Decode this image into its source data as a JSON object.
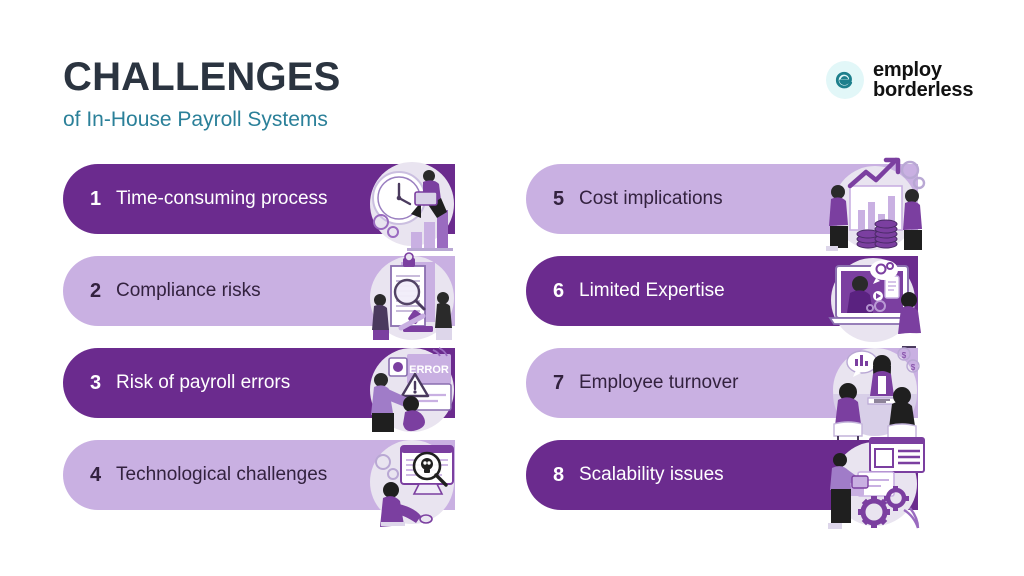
{
  "header": {
    "title": "CHALLENGES",
    "subtitle": "of In-House Payroll Systems",
    "title_color": "#2b3440",
    "subtitle_color": "#2b8099"
  },
  "logo": {
    "mark_icon": "employ-e-icon",
    "mark_color": "#1d7f8c",
    "mark_bg": "#e2f7f8",
    "line1": "employ",
    "line2": "borderless"
  },
  "theme": {
    "pill_dark": "#6b2b8e",
    "pill_light": "#c9b0e2",
    "text_on_dark": "#ffffff",
    "text_on_light": "#33223f",
    "illustration_circle": "#e9e4f0",
    "accent_purple": "#7b3fa0",
    "background": "#ffffff"
  },
  "columns": {
    "left": [
      {
        "number": "1",
        "label": "Time-consuming process",
        "style": "dark",
        "illustration": "clock-person-barchart-icon"
      },
      {
        "number": "2",
        "label": "Compliance risks",
        "style": "light",
        "illustration": "clipboard-magnifier-gavel-icon"
      },
      {
        "number": "3",
        "label": "Risk of payroll errors",
        "style": "dark",
        "illustration": "error-screen-warning-icon"
      },
      {
        "number": "4",
        "label": "Technological challenges",
        "style": "light",
        "illustration": "monitor-magnifier-skull-icon"
      }
    ],
    "right": [
      {
        "number": "5",
        "label": "Cost implications",
        "style": "light",
        "illustration": "coins-growth-arrow-icon"
      },
      {
        "number": "6",
        "label": "Limited Expertise",
        "style": "dark",
        "illustration": "laptop-video-call-icon"
      },
      {
        "number": "7",
        "label": "Employee turnover",
        "style": "light",
        "illustration": "meeting-interview-icon"
      },
      {
        "number": "8",
        "label": "Scalability issues",
        "style": "dark",
        "illustration": "dashboard-gears-icon"
      }
    ]
  },
  "illustration_text": {
    "error_label": "ERROR"
  }
}
